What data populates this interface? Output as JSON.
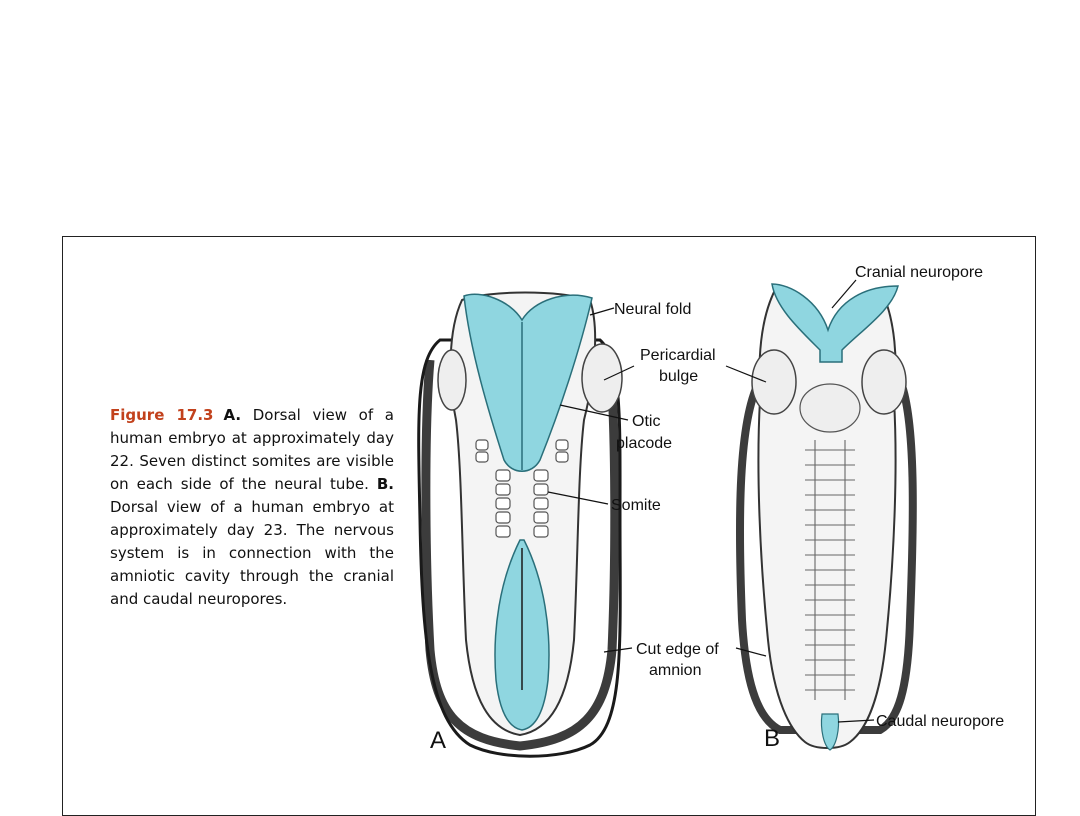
{
  "caption": {
    "figure_number": "Figure 17.3",
    "a_marker": "A.",
    "a_text": " Dorsal view of a human embryo at approximately day 22. Seven distinct somites are visible on each side of the neural tube. ",
    "b_marker": "B.",
    "b_text": " Dorsal view of a human embryo at approximately day 23. The nervous system is in connection with the amniotic cavity through the cranial and caudal neuropores."
  },
  "panel_a": {
    "letter": "A",
    "labels": {
      "neural_fold": "Neural fold",
      "pericardial_1": "Pericardial",
      "pericardial_2": "bulge",
      "otic_1": "Otic",
      "otic_2": "placode",
      "somite": "Somite",
      "cut_edge_1": "Cut edge of",
      "cut_edge_2": "amnion"
    }
  },
  "panel_b": {
    "letter": "B",
    "labels": {
      "cranial_neuropore": "Cranial neuropore",
      "caudal_neuropore": "Caudal neuropore"
    }
  },
  "colors": {
    "neural_tissue": "#8fd6e0",
    "outline": "#1a1a1a",
    "figure_number": "#c2411c"
  }
}
